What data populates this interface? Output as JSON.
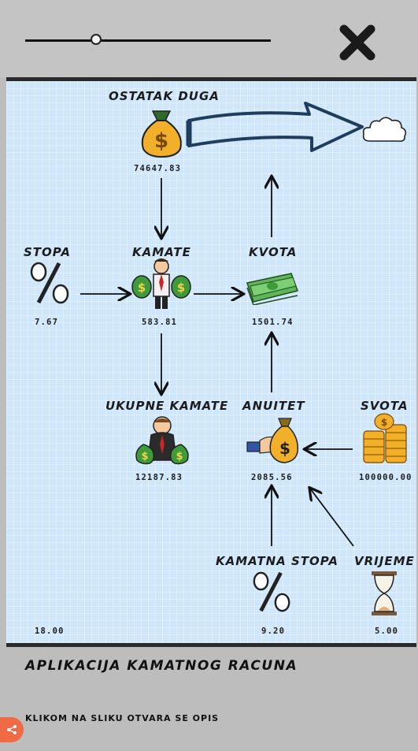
{
  "slider": {
    "value_fraction": 0.29
  },
  "close": {
    "icon": "close-icon"
  },
  "board": {
    "nodes": {
      "ostatak_duga": {
        "label": "OSTATAK DUGA",
        "value": "74647.83",
        "icon": "money-bag-icon"
      },
      "kamate": {
        "label": "KAMATE",
        "value": "583.81",
        "icon": "businessman-money-icon"
      },
      "kvota": {
        "label": "KVOTA",
        "value": "1501.74",
        "icon": "banknote-stack-icon"
      },
      "stopa": {
        "label": "STOPA",
        "value": "7.67",
        "icon": "percent-icon"
      },
      "ukupne_kamate": {
        "label": "UKUPNE KAMATE",
        "value": "12187.83",
        "icon": "rich-man-icon"
      },
      "anuitet": {
        "label": "ANUITET",
        "value": "2085.56",
        "icon": "hand-money-bag-icon"
      },
      "svota": {
        "label": "SVOTA",
        "value": "100000.00",
        "icon": "coin-stacks-icon"
      },
      "kamatna_stopa": {
        "label": "KAMATNA STOPA",
        "value": "9.20",
        "icon": "percent-icon"
      },
      "vrijeme": {
        "label": "VRIJEME",
        "value": "5.00",
        "icon": "hourglass-icon"
      },
      "extra": {
        "value": "18.00"
      }
    },
    "cloud_icon": "cloud-icon",
    "colors": {
      "board_bg": "#cfe6fb",
      "arrow": "#1f3d5c",
      "bag": "#f2b02a",
      "cash": "#3f9a3a"
    }
  },
  "footer": {
    "title": "APLIKACIJA KAMATNOG RACUNA",
    "hint": "KLIKOM NA SLIKU OTVARA SE OPIS",
    "fab_icon": "share-icon"
  }
}
